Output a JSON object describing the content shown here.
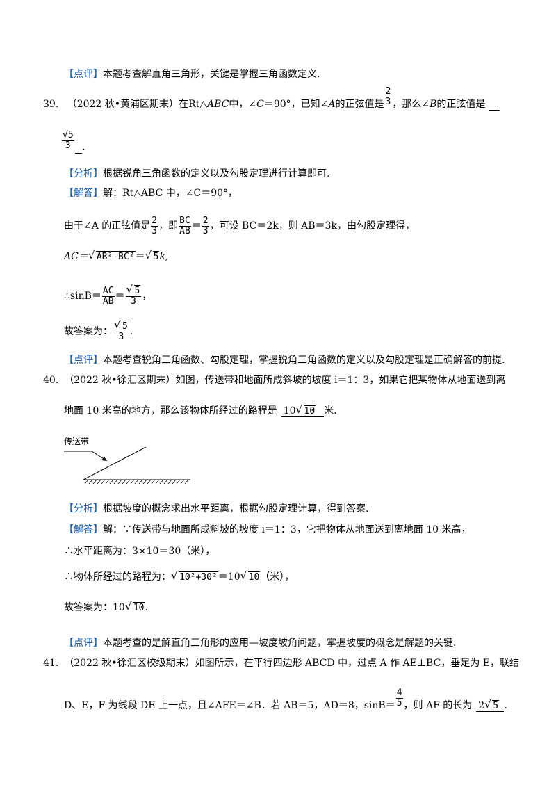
{
  "p0": {
    "tag": "【点评】",
    "text": "本题考查解直角三角形，关键是掌握三角函数定义."
  },
  "q39": {
    "num": "39.",
    "src": "（2022 秋•黄浦区期末）在",
    "rt": "Rt△",
    "abc": "ABC",
    "mid": "中，∠",
    "c": "C",
    "eq90": "＝90°，已知∠",
    "a": "A",
    "sin_is": "的正弦值是",
    "frac_num": "2",
    "frac_den": "3",
    "then": "，那么∠",
    "b": "B",
    "ask": "的正弦值是",
    "ans_num": "√5",
    "ans_den": "3",
    "end": "."
  },
  "a39": {
    "fx_tag": "【分析】",
    "fx": "根据锐角三角函数的定义以及勾股定理进行计算即可.",
    "jd_tag": "【解答】",
    "jd": "解：Rt△ABC 中，∠C＝90°，",
    "l3a": "由于∠A 的正弦值是",
    "l3b": "，即",
    "l3c": "＝",
    "l3d": "，可设 BC＝2k，则 AB＝3k，由勾股定理得，",
    "bc": "BC",
    "ab": "AB",
    "two": "2",
    "three": "3",
    "ac_lhs": "AC＝",
    "ac_rad": "AB²-BC²",
    "ac_eq": "＝",
    "five": "5",
    "k": "k,",
    "sin_lhs": "∴sinB＝",
    "ac": "AC",
    "comma": "，",
    "ans_lbl": "故答案为：",
    "dot": ".",
    "dp_tag": "【点评】",
    "dp": "本题考查锐角三角函数、勾股定理，掌握锐角三角函数的定义以及勾股定理是正确解答的前提."
  },
  "q40": {
    "num": "40.",
    "l1": "（2022 秋•徐汇区期末）如图，传送带和地面所成斜坡的坡度 i＝1：3，如果它把某物体从地面送到离",
    "l2a": "地面 10 米高的地方，那么该物体所经过的路程是",
    "ans_coef": "10",
    "ans_rad": "10",
    "l2b": "米.",
    "fig_label": "传送带"
  },
  "a40": {
    "fx_tag": "【分析】",
    "fx": "根据坡度的概念求出水平距离，根据勾股定理计算，得到答案.",
    "jd_tag": "【解答】",
    "jd": "解：∵传送带与地面所成斜坡的坡度 i＝1：3，它把物体从地面送到离地面 10 米高，",
    "l2": "∴水平距离为：3×10＝30（米），",
    "l3a": "∴物体所经过的路程为：",
    "l3_rad": "10²+30²",
    "l3b": "＝10",
    "l3_rad2": "10",
    "l3c": "（米），",
    "ans_lbl": "故答案为：10",
    "ans_rad": "10",
    "dot": ".",
    "dp_tag": "【点评】",
    "dp": "本题考查的是解直角三角形的应用—坡度坡角问题，掌握坡度的概念是解题的关键."
  },
  "q41": {
    "num": "41.",
    "l1": "（2022 秋•徐汇区校级期末）如图所示，在平行四边形 ABCD 中，过点 A 作 AE⊥BC，垂足为 E，联结",
    "l2a": "D、E，F 为线段 DE 上一点，且∠AFE＝∠B．若 AB＝5，AD＝8，sinB＝",
    "frac_num": "4",
    "frac_den": "5",
    "l2b": "，则 AF 的长为",
    "ans_coef": "2",
    "ans_rad": "5",
    "end": "."
  }
}
